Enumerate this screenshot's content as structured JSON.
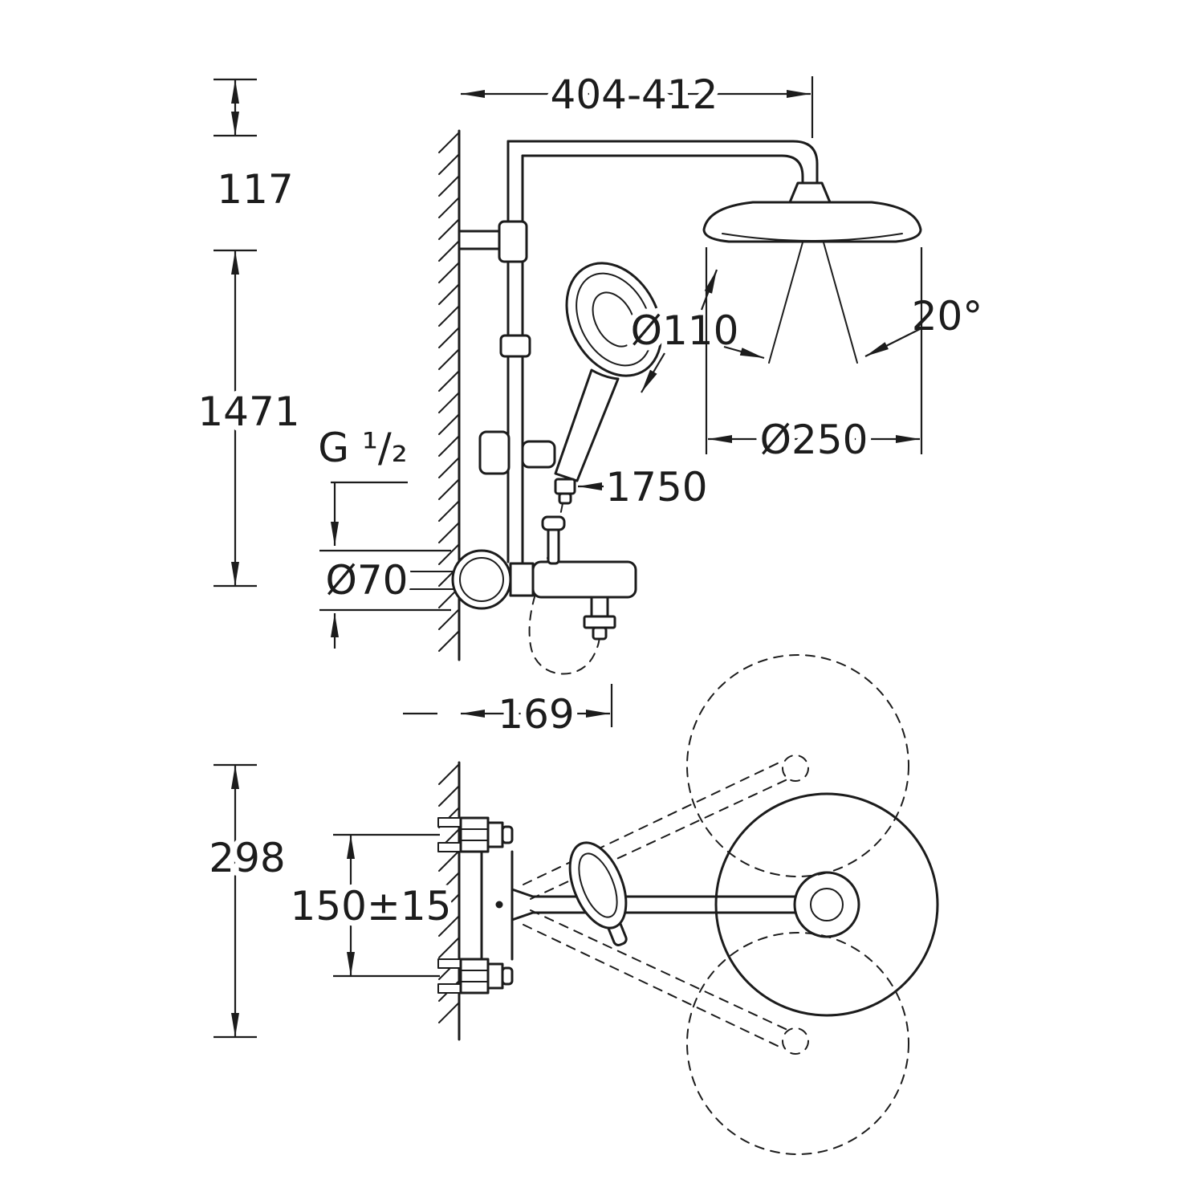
{
  "drawing": {
    "type": "technical-dimension-diagram",
    "subject": "Wall-mounted shower system with bath mixer, head shower and hand shower — side elevation and plan view",
    "units": "mm",
    "colors": {
      "line": "#1c1c1c",
      "background": "#ffffff"
    },
    "dimensions": {
      "top_projection": "404-412",
      "head_drop": "117",
      "riser_height": "1471",
      "connection_thread": "G ¹/₂",
      "hand_shower_diameter": "Ø110",
      "spray_angle": "20°",
      "head_diameter": "Ø250",
      "hose_length": "1750",
      "escutcheon_diameter": "Ø70",
      "spout_projection": "169",
      "swivel_depth": "298",
      "inlet_spacing": "150±15"
    }
  }
}
